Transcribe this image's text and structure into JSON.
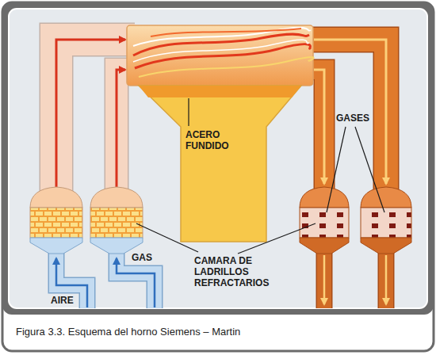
{
  "diagram": {
    "caption": "Figura 3.3. Esquema del horno Siemens – Martin",
    "labels": [
      "GASES",
      "ACERO FUNDIDO",
      "GAS",
      "CAMARA DE LADRILLOS REFRACTARIOS",
      "AIRE"
    ]
  }
}
